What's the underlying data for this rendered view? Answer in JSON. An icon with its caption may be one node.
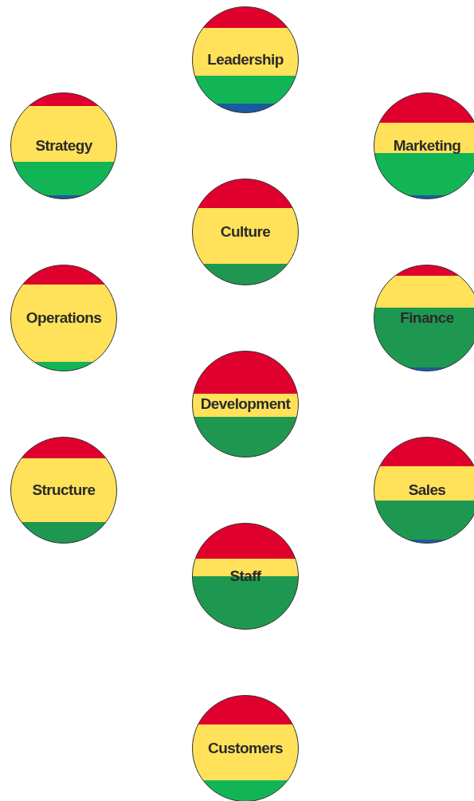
{
  "diagram": {
    "nodes": [
      {
        "text": [
          "Leadership"
        ]
      },
      {
        "text": [
          "Strategy"
        ]
      },
      {
        "text": [
          "Marketing"
        ]
      },
      {
        "text": [
          "Culture"
        ]
      },
      {
        "text": [
          "Operations"
        ]
      },
      {
        "text": [
          "Finance"
        ]
      },
      {
        "text": [
          "Development"
        ]
      },
      {
        "text": [
          "Structure"
        ]
      },
      {
        "text": [
          "Sales"
        ]
      },
      {
        "text": [
          "Staff"
        ]
      },
      {
        "text": [
          "Customers"
        ]
      }
    ]
  }
}
